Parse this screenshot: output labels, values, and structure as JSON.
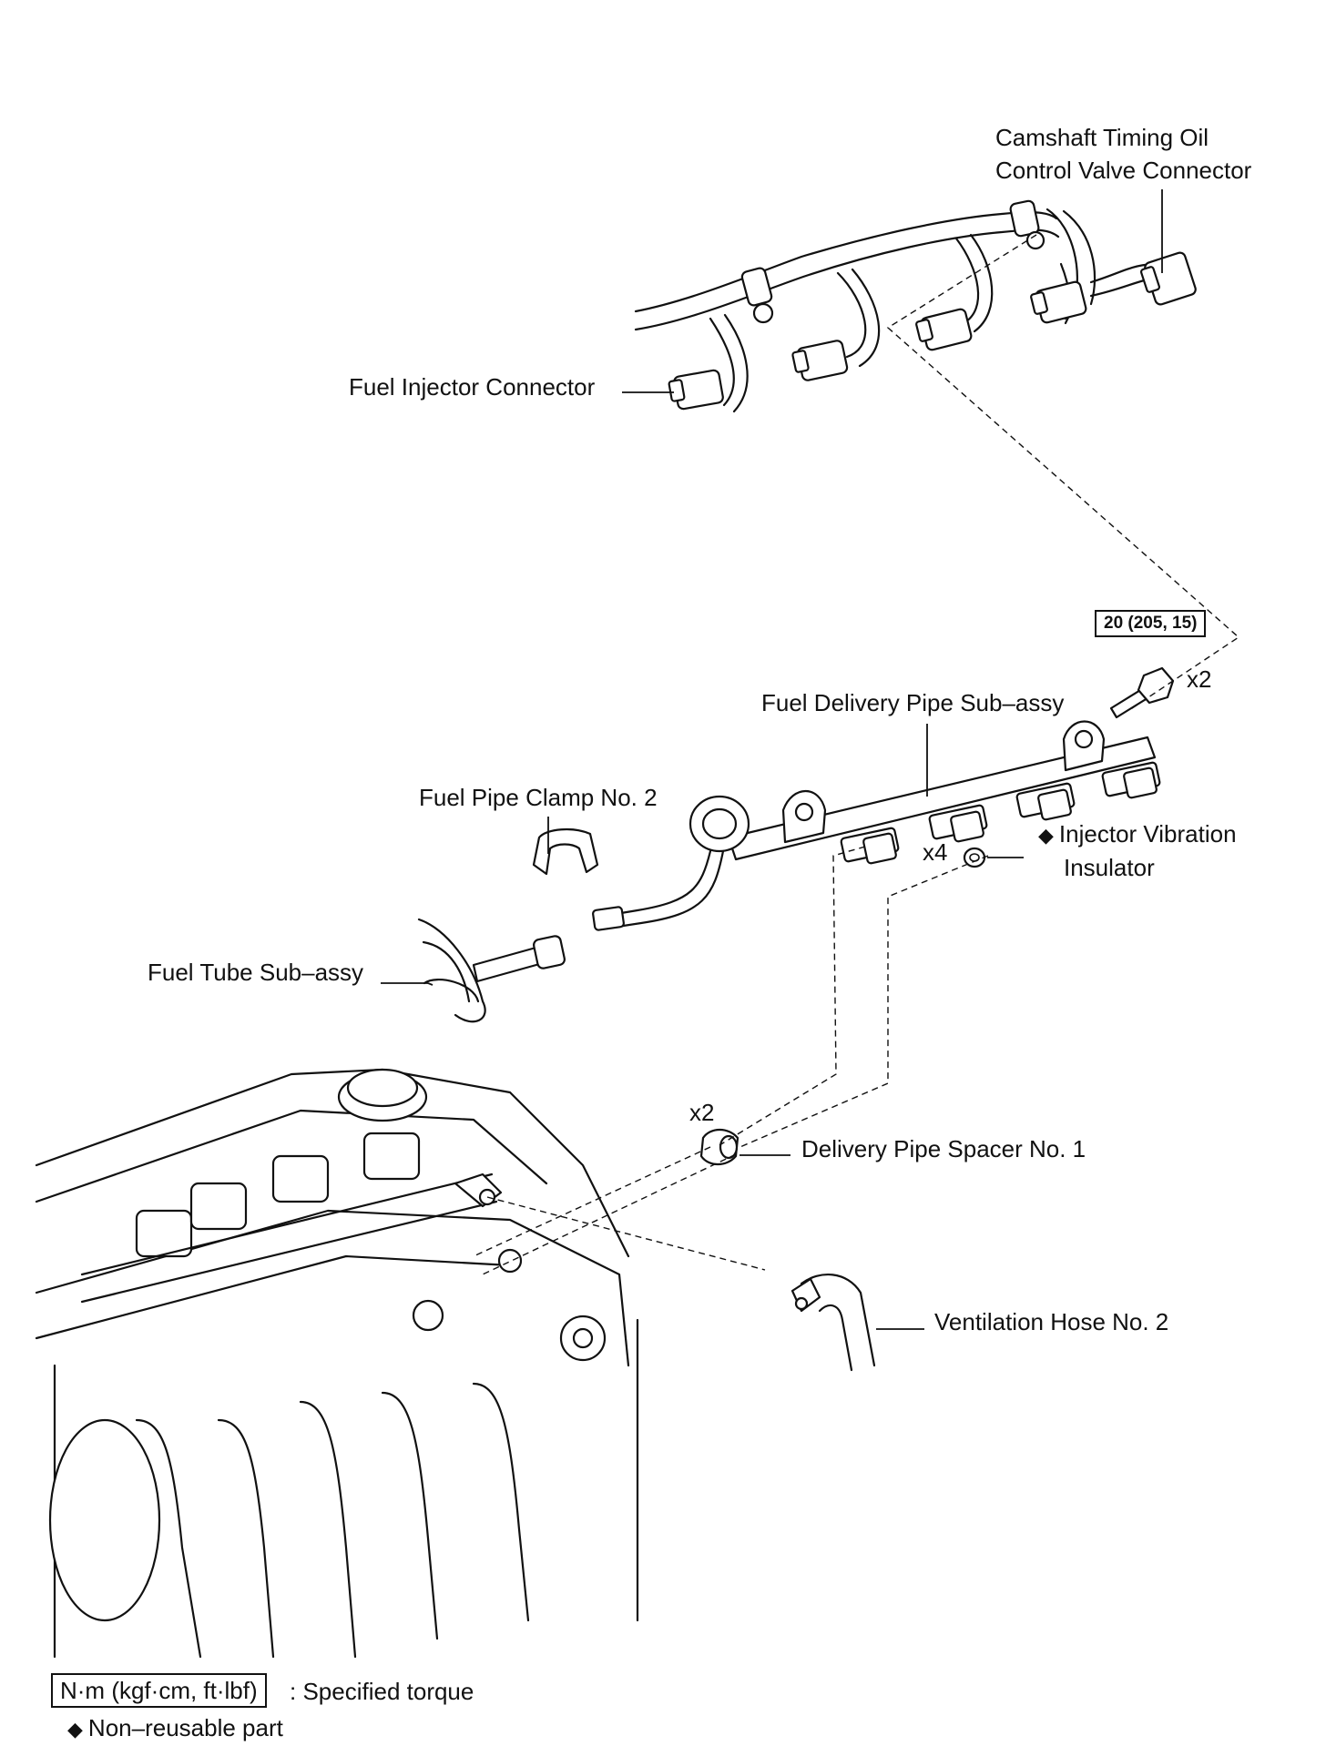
{
  "labels": {
    "camshaft_connector_line1": "Camshaft Timing Oil",
    "camshaft_connector_line2": "Control Valve Connector",
    "fuel_injector_connector": "Fuel Injector Connector",
    "torque_spec": "20 (205, 15)",
    "bolt_qty": "x2",
    "fuel_delivery_pipe": "Fuel Delivery Pipe Sub–assy",
    "fuel_pipe_clamp": "Fuel Pipe Clamp No. 2",
    "insulator_qty": "x4",
    "injector_insulator_line1": "Injector Vibration",
    "injector_insulator_line2": "Insulator",
    "fuel_tube": "Fuel Tube Sub–assy",
    "spacer_qty": "x2",
    "delivery_pipe_spacer": "Delivery Pipe Spacer No. 1",
    "ventilation_hose": "Ventilation Hose No. 2"
  },
  "legend": {
    "torque_unit_box": "N·m (kgf·cm, ft·lbf)",
    "torque_desc": ": Specified torque",
    "nonreusable": "Non–reusable part"
  },
  "symbols": {
    "nonreusable_marker": "diamond-icon"
  }
}
